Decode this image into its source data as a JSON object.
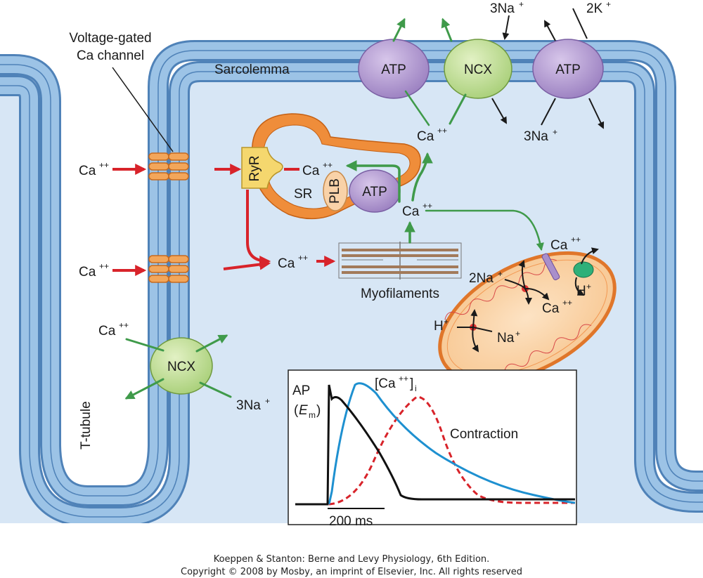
{
  "labels": {
    "voltage_gated_line1": "Voltage-gated",
    "voltage_gated_line2": "Ca channel",
    "sarcolemma": "Sarcolemma",
    "t_tubule": "T-tubule",
    "sr": "SR",
    "ryr": "RyR",
    "plb": "PLB",
    "myofilaments": "Myofilaments",
    "atp": "ATP",
    "ncx": "NCX",
    "ca": "Ca",
    "ca_sup": "++",
    "na": "Na",
    "h": "H",
    "plus": "+",
    "three_na": "3Na",
    "two_na": "2Na",
    "two_k": "2K"
  },
  "graph": {
    "ap_label": "AP",
    "em_open": "(",
    "em_e": "E",
    "em_sub": "m",
    "em_close": ")",
    "ca_i_label": "[Ca",
    "ca_i_sup": "++",
    "ca_i_close": "]",
    "ca_i_sub": "i",
    "contraction_label": "Contraction",
    "scale_label": "200 ms"
  },
  "colors": {
    "membrane": "#9cc3e6",
    "membrane_edge": "#4f82b8",
    "cytosol": "#d7e6f5",
    "atp": "#a98fcb",
    "ncx": "#b8d98a",
    "channel": "#f3a65a",
    "sr": "#ef8d3a",
    "red_arrow": "#d8232a",
    "green_arrow": "#3f9a4a",
    "trace_ap": "#111111",
    "trace_ca": "#1e90d0",
    "trace_contraction": "#d8232a"
  },
  "credit": {
    "line1": "Koeppen & Stanton: Berne and Levy Physiology, 6th Edition.",
    "line2": "Copyright © 2008 by Mosby, an imprint of Elsevier, Inc. All rights reserved"
  }
}
